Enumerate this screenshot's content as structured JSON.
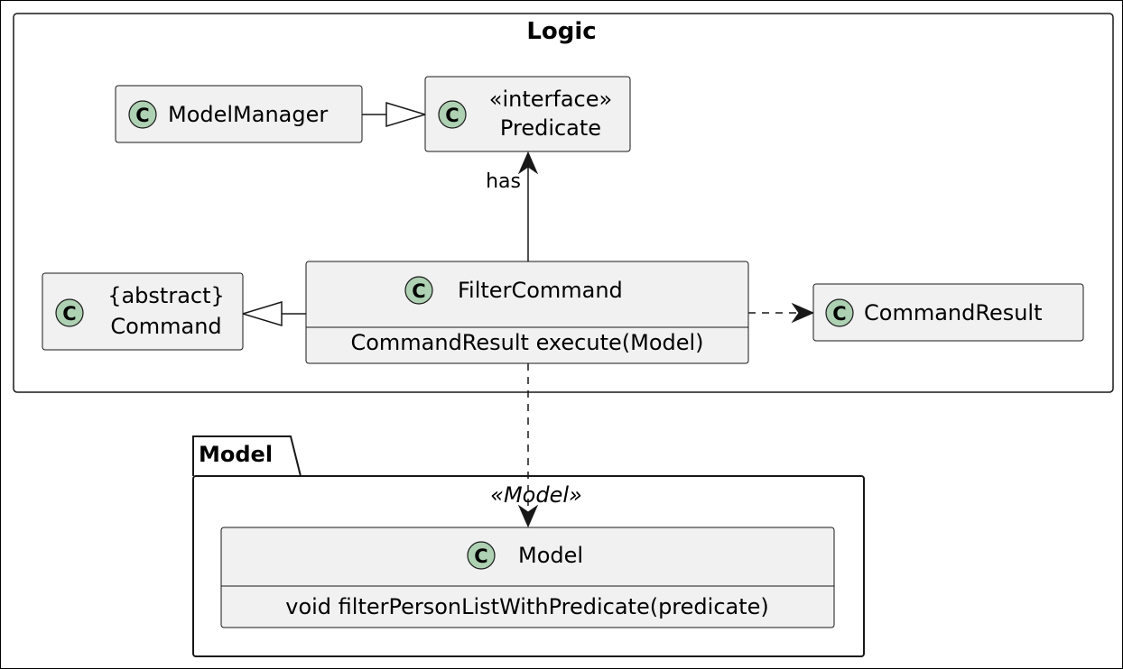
{
  "diagram": {
    "logic_package": {
      "title": "Logic"
    },
    "model_package": {
      "tab_label": "Model",
      "stereotype": "«Model»"
    },
    "class_badge": {
      "letter": "C",
      "icon": "class-c-icon",
      "fill": "#ADD1B2",
      "stroke": "#181818"
    },
    "colors": {
      "class_fill": "#F1F1F1",
      "class_border": "#181818",
      "line": "#181818",
      "background": "#FFFFFF"
    },
    "classes": {
      "model_manager": {
        "name": "ModelManager"
      },
      "predicate": {
        "stereotype": "«interface»",
        "name": "Predicate"
      },
      "command": {
        "stereotype": "{abstract}",
        "name": "Command"
      },
      "filter_command": {
        "name": "FilterCommand",
        "methods": [
          "CommandResult execute(Model)"
        ]
      },
      "command_result": {
        "name": "CommandResult"
      },
      "model": {
        "name": "Model",
        "methods": [
          "void filterPersonListWithPredicate(predicate)"
        ]
      }
    },
    "relations": {
      "has_label": "has"
    }
  }
}
